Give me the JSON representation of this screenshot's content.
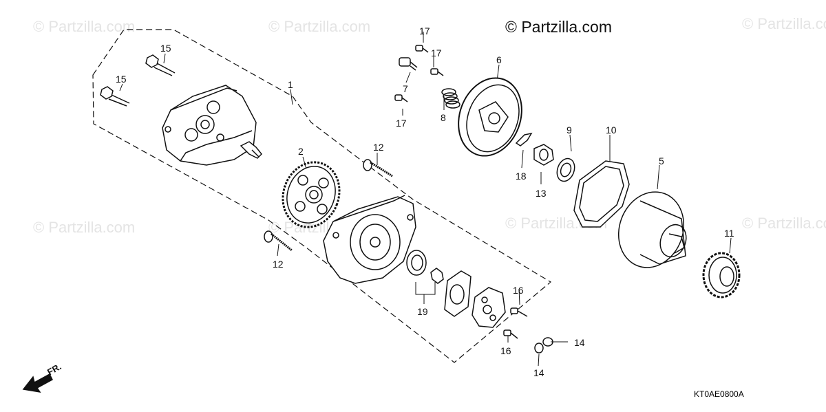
{
  "brand": {
    "copyright_text": "© Partzilla.com",
    "watermark_text": "© Partzilla.com"
  },
  "diagram": {
    "drawing_code": "KT0AE0800A",
    "front_label": "FR.",
    "callouts": {
      "c1": "1",
      "c2": "2",
      "c5": "5",
      "c6": "6",
      "c7": "7",
      "c8": "8",
      "c9": "9",
      "c10": "10",
      "c11": "11",
      "c12a": "12",
      "c12b": "12",
      "c13": "13",
      "c14a": "14",
      "c14b": "14",
      "c15a": "15",
      "c15b": "15",
      "c16a": "16",
      "c16b": "16",
      "c17a": "17",
      "c17b": "17",
      "c17c": "17",
      "c18": "18",
      "c19": "19"
    }
  },
  "colors": {
    "line": "#111111",
    "watermark": "#e4e4e4"
  }
}
